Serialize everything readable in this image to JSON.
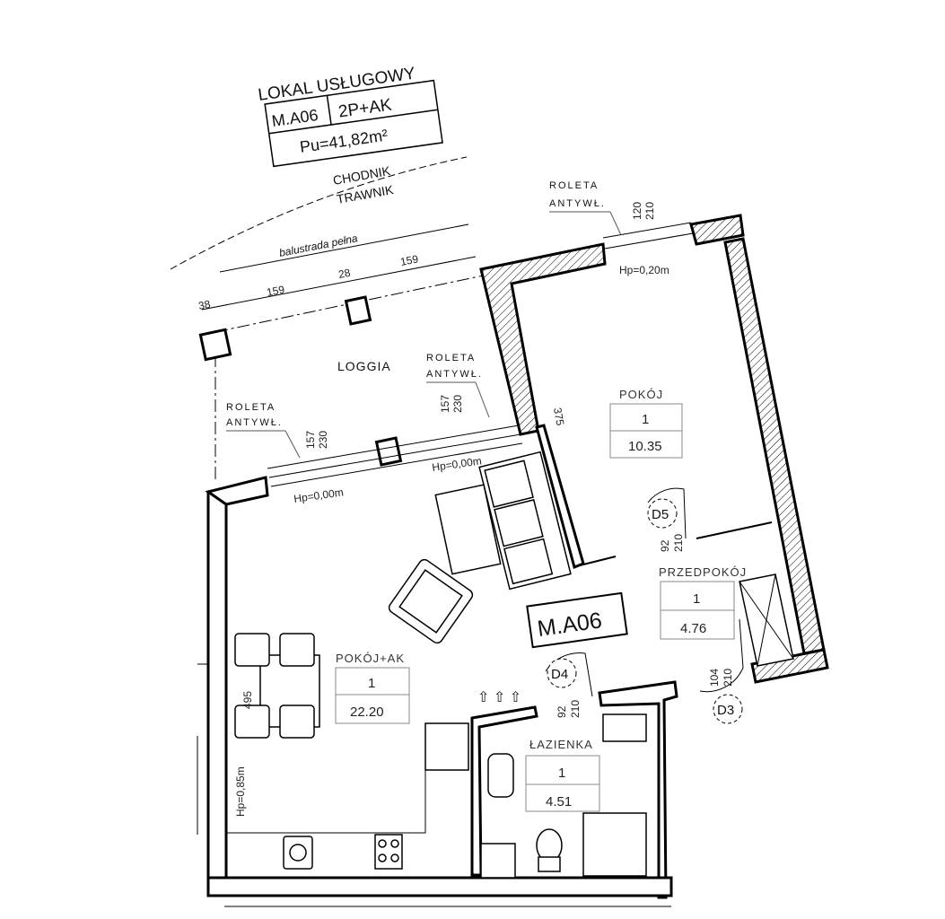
{
  "header": {
    "title": "LOKAL USŁUGOWY",
    "unit_code": "M.A06",
    "unit_type": "2P+AK",
    "area": "Pu=41,82m²"
  },
  "site": {
    "chodnik": "CHODNIK",
    "trawnik": "TRAWNIK",
    "balustrade": "balustrada pełna"
  },
  "dimensions": {
    "d38": "38",
    "d159a": "159",
    "d28": "28",
    "d159b": "159",
    "d375": "375",
    "d495": "495"
  },
  "windows": {
    "top_roleta": "ROLETA",
    "top_antywl": "ANTYWŁ.",
    "top_w": "120",
    "top_h": "210",
    "top_hp": "Hp=0,20m",
    "left_roleta": "ROLETA",
    "left_antywl": "ANTYWŁ.",
    "left_w": "157",
    "left_h": "230",
    "left_hp": "Hp=0,00m",
    "mid_roleta": "ROLETA",
    "mid_antywl": "ANTYWŁ.",
    "mid_w": "157",
    "mid_h": "230",
    "mid_hp": "Hp=0,00m",
    "side_hp": "Hp=0,85m"
  },
  "rooms": {
    "loggia": "LOGGIA",
    "pokoj_name": "POKÓJ",
    "pokoj_num": "1",
    "pokoj_area": "10.35",
    "przedpokoj_name": "PRZEDPOKÓJ",
    "przedpokoj_num": "1",
    "przedpokoj_area": "4.76",
    "pokojak_name": "POKÓJ+AK",
    "pokojak_num": "1",
    "pokojak_area": "22.20",
    "lazienka_name": "ŁAZIENKA",
    "lazienka_num": "1",
    "lazienka_area": "4.51"
  },
  "doors": {
    "d5": "D5",
    "d5_w": "92",
    "d5_h": "210",
    "d4": "D4",
    "d4_w": "92",
    "d4_h": "210",
    "d3": "D3",
    "d3_w": "104",
    "d3_h": "210"
  },
  "unit_label": "M.A06"
}
